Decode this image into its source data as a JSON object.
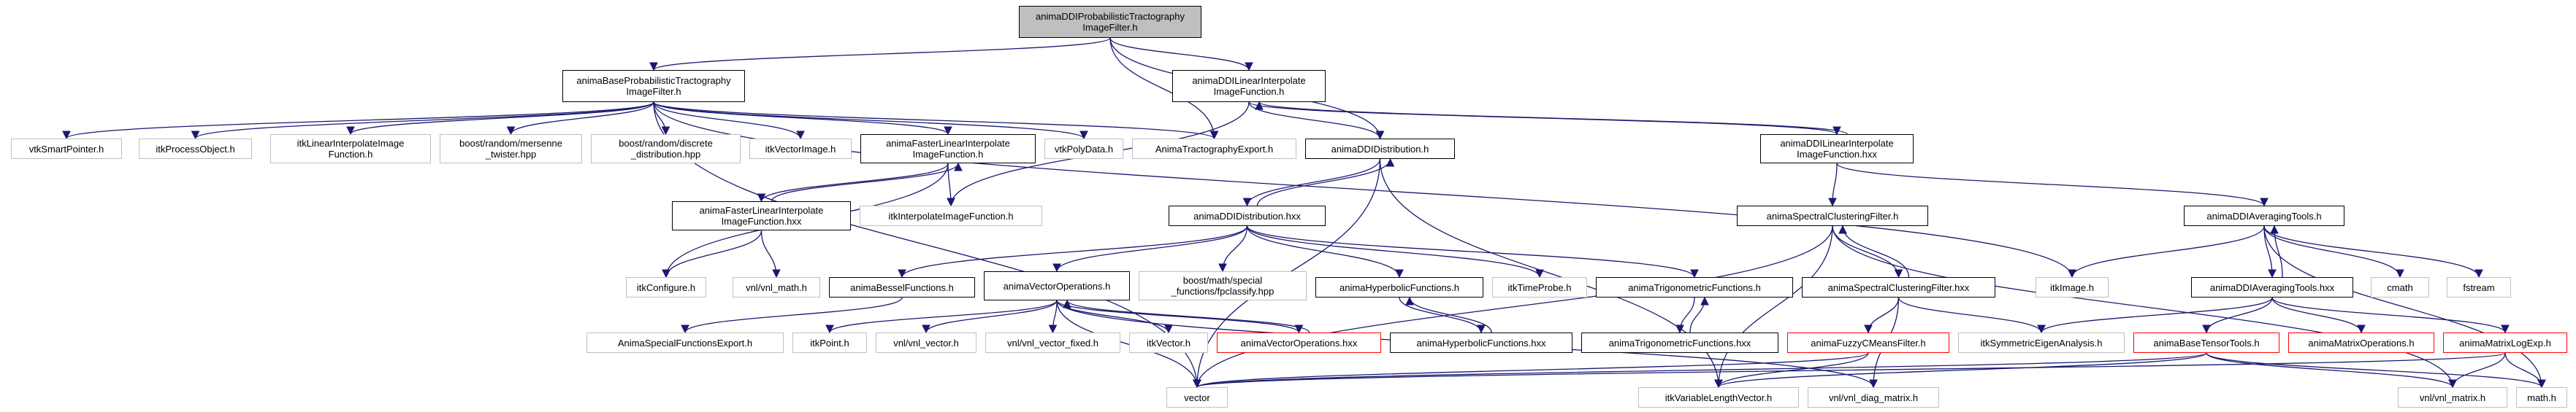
{
  "nodes": [
    {
      "id": "root",
      "label": "animaDDIProbabilisticTractography\nImageFilter.h",
      "style": "root"
    },
    {
      "id": "baseprob",
      "label": "animaBaseProbabilisticTractography\nImageFilter.h",
      "style": "link"
    },
    {
      "id": "ddilinh",
      "label": "animaDDILinearInterpolate\nImageFunction.h",
      "style": "link"
    },
    {
      "id": "tractexp",
      "label": "AnimaTractographyExport.h",
      "style": "plain"
    },
    {
      "id": "vtksp",
      "label": "vtkSmartPointer.h",
      "style": "plain"
    },
    {
      "id": "itkproc",
      "label": "itkProcessObject.h",
      "style": "plain"
    },
    {
      "id": "itklinimg",
      "label": "itkLinearInterpolateImage\nFunction.h",
      "style": "plain"
    },
    {
      "id": "mersenne",
      "label": "boost/random/mersenne\n_twister.hpp",
      "style": "plain"
    },
    {
      "id": "discrete",
      "label": "boost/random/discrete\n_distribution.hpp",
      "style": "plain"
    },
    {
      "id": "vtkvec",
      "label": "itkVectorImage.h",
      "style": "plain"
    },
    {
      "id": "fastlinh",
      "label": "animaFasterLinearInterpolate\nImageFunction.h",
      "style": "link"
    },
    {
      "id": "vtkpoly",
      "label": "vtkPolyData.h",
      "style": "plain"
    },
    {
      "id": "ddidisth",
      "label": "animaDDIDistribution.h",
      "style": "link"
    },
    {
      "id": "ddilinhxx",
      "label": "animaDDILinearInterpolate\nImageFunction.hxx",
      "style": "link"
    },
    {
      "id": "fastlinhxx",
      "label": "animaFasterLinearInterpolate\nImageFunction.hxx",
      "style": "link"
    },
    {
      "id": "itkinterp",
      "label": "itkInterpolateImageFunction.h",
      "style": "plain"
    },
    {
      "id": "ddidisthxx",
      "label": "animaDDIDistribution.hxx",
      "style": "link"
    },
    {
      "id": "spech",
      "label": "animaSpectralClusteringFilter.h",
      "style": "link"
    },
    {
      "id": "ddiavgh",
      "label": "animaDDIAveragingTools.h",
      "style": "link"
    },
    {
      "id": "itkconf",
      "label": "itkConfigure.h",
      "style": "plain"
    },
    {
      "id": "vnlmath",
      "label": "vnl/vnl_math.h",
      "style": "plain"
    },
    {
      "id": "bessel",
      "label": "animaBesselFunctions.h",
      "style": "link"
    },
    {
      "id": "vecops",
      "label": "animaVectorOperations.h",
      "style": "link"
    },
    {
      "id": "fpclass",
      "label": "boost/math/special\n_functions/fpclassify.hpp",
      "style": "plain"
    },
    {
      "id": "hyperh",
      "label": "animaHyperbolicFunctions.h",
      "style": "link"
    },
    {
      "id": "timeprobe",
      "label": "itkTimeProbe.h",
      "style": "plain"
    },
    {
      "id": "trigh",
      "label": "animaTrigonometricFunctions.h",
      "style": "link"
    },
    {
      "id": "spechxx",
      "label": "animaSpectralClusteringFilter.hxx",
      "style": "link"
    },
    {
      "id": "itkimage",
      "label": "itkImage.h",
      "style": "plain"
    },
    {
      "id": "ddiavghxx",
      "label": "animaDDIAveragingTools.hxx",
      "style": "link"
    },
    {
      "id": "cmath",
      "label": "cmath",
      "style": "plain"
    },
    {
      "id": "fstream",
      "label": "fstream",
      "style": "plain"
    },
    {
      "id": "specexp",
      "label": "AnimaSpecialFunctionsExport.h",
      "style": "plain"
    },
    {
      "id": "itkpoint",
      "label": "itkPoint.h",
      "style": "plain"
    },
    {
      "id": "vnlvec",
      "label": "vnl/vnl_vector.h",
      "style": "plain"
    },
    {
      "id": "vnlvecfix",
      "label": "vnl/vnl_vector_fixed.h",
      "style": "plain"
    },
    {
      "id": "itkvector",
      "label": "itkVector.h",
      "style": "plain"
    },
    {
      "id": "vecopshxx",
      "label": "animaVectorOperations.hxx",
      "style": "red"
    },
    {
      "id": "hyperhxx",
      "label": "animaHyperbolicFunctions.hxx",
      "style": "link"
    },
    {
      "id": "trighxx",
      "label": "animaTrigonometricFunctions.hxx",
      "style": "link"
    },
    {
      "id": "fuzzyh",
      "label": "animaFuzzyCMeansFilter.h",
      "style": "red"
    },
    {
      "id": "symeig",
      "label": "itkSymmetricEigenAnalysis.h",
      "style": "plain"
    },
    {
      "id": "basetensor",
      "label": "animaBaseTensorTools.h",
      "style": "red"
    },
    {
      "id": "matops",
      "label": "animaMatrixOperations.h",
      "style": "red"
    },
    {
      "id": "matlog",
      "label": "animaMatrixLogExp.h",
      "style": "red"
    },
    {
      "id": "vector",
      "label": "vector",
      "style": "plain"
    },
    {
      "id": "itkvlv",
      "label": "itkVariableLengthVector.h",
      "style": "plain"
    },
    {
      "id": "vnldiag",
      "label": "vnl/vnl_diag_matrix.h",
      "style": "plain"
    },
    {
      "id": "vnlmatrix",
      "label": "vnl/vnl_matrix.h",
      "style": "plain"
    },
    {
      "id": "mathh",
      "label": "math.h",
      "style": "plain"
    }
  ],
  "edges": [
    [
      "root",
      "baseprob"
    ],
    [
      "root",
      "ddilinh"
    ],
    [
      "root",
      "tractexp"
    ],
    [
      "root",
      "ddidisth"
    ],
    [
      "baseprob",
      "vtksp"
    ],
    [
      "baseprob",
      "itkproc"
    ],
    [
      "baseprob",
      "itklinimg"
    ],
    [
      "baseprob",
      "mersenne"
    ],
    [
      "baseprob",
      "discrete"
    ],
    [
      "baseprob",
      "vtkvec"
    ],
    [
      "baseprob",
      "fastlinh"
    ],
    [
      "baseprob",
      "vtkpoly"
    ],
    [
      "baseprob",
      "tractexp"
    ],
    [
      "baseprob",
      "itkimage"
    ],
    [
      "baseprob",
      "vector"
    ],
    [
      "ddilinh",
      "ddidisth"
    ],
    [
      "ddilinh",
      "ddilinhxx"
    ],
    [
      "ddilinh",
      "itkinterp"
    ],
    [
      "ddilinhxx",
      "ddilinh"
    ],
    [
      "ddilinhxx",
      "spech"
    ],
    [
      "ddilinhxx",
      "ddiavgh"
    ],
    [
      "fastlinh",
      "fastlinhxx"
    ],
    [
      "fastlinh",
      "itkinterp"
    ],
    [
      "fastlinh",
      "itkconf"
    ],
    [
      "fastlinhxx",
      "fastlinh"
    ],
    [
      "fastlinhxx",
      "itkconf"
    ],
    [
      "fastlinhxx",
      "vnlmath"
    ],
    [
      "ddidisth",
      "ddidisthxx"
    ],
    [
      "ddidisth",
      "vector"
    ],
    [
      "ddidisth",
      "itkvlv"
    ],
    [
      "ddidisthxx",
      "ddidisth"
    ],
    [
      "ddidisthxx",
      "bessel"
    ],
    [
      "ddidisthxx",
      "vecops"
    ],
    [
      "ddidisthxx",
      "fpclass"
    ],
    [
      "ddidisthxx",
      "hyperh"
    ],
    [
      "ddidisthxx",
      "timeprobe"
    ],
    [
      "ddidisthxx",
      "trigh"
    ],
    [
      "bessel",
      "specexp"
    ],
    [
      "vecops",
      "itkpoint"
    ],
    [
      "vecops",
      "vnlvec"
    ],
    [
      "vecops",
      "vnlvecfix"
    ],
    [
      "vecops",
      "itkvector"
    ],
    [
      "vecops",
      "vecopshxx"
    ],
    [
      "vecops",
      "vector"
    ],
    [
      "vecops",
      "vnldiag"
    ],
    [
      "vecopshxx",
      "vecops"
    ],
    [
      "hyperh",
      "hyperhxx"
    ],
    [
      "hyperhxx",
      "hyperh"
    ],
    [
      "trigh",
      "trighxx"
    ],
    [
      "trighxx",
      "trigh"
    ],
    [
      "spech",
      "spechxx"
    ],
    [
      "spech",
      "itkvlv"
    ],
    [
      "spech",
      "vector"
    ],
    [
      "spech",
      "vnlmatrix"
    ],
    [
      "spechxx",
      "spech"
    ],
    [
      "spechxx",
      "fuzzyh"
    ],
    [
      "spechxx",
      "symeig"
    ],
    [
      "spechxx",
      "vnldiag"
    ],
    [
      "fuzzyh",
      "vector"
    ],
    [
      "fuzzyh",
      "itkvlv"
    ],
    [
      "ddiavgh",
      "ddiavghxx"
    ],
    [
      "ddiavgh",
      "itkimage"
    ],
    [
      "ddiavgh",
      "cmath"
    ],
    [
      "ddiavgh",
      "fstream"
    ],
    [
      "ddiavgh",
      "mathh"
    ],
    [
      "ddiavghxx",
      "ddiavgh"
    ],
    [
      "ddiavghxx",
      "symeig"
    ],
    [
      "ddiavghxx",
      "basetensor"
    ],
    [
      "ddiavghxx",
      "matops"
    ],
    [
      "ddiavghxx",
      "matlog"
    ],
    [
      "basetensor",
      "itkvlv"
    ],
    [
      "basetensor",
      "vnlmatrix"
    ],
    [
      "basetensor",
      "mathh"
    ],
    [
      "basetensor",
      "vector"
    ],
    [
      "matlog",
      "vnlmatrix"
    ],
    [
      "matlog",
      "vector"
    ],
    [
      "matlog",
      "mathh"
    ]
  ]
}
